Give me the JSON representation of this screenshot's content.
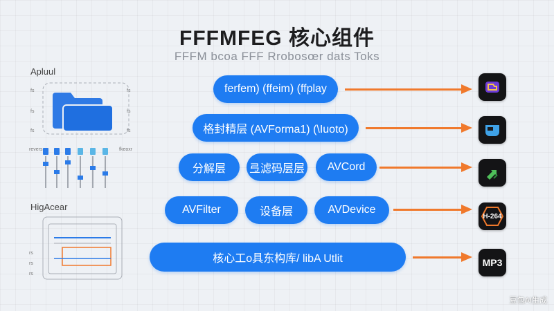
{
  "title": "FFFMFEG 核心组件",
  "subtitle": "FFFM bcoa FFF Rrobosœr dats Toks",
  "side": {
    "top_label": "Apluul",
    "marks_top": [
      "fs",
      "fs",
      "fs"
    ],
    "marks_mid_left": "revers",
    "marks_mid_right": "fkeoxr",
    "mid_label": "HigAcear",
    "marks_bottom": [
      "rs",
      "rs",
      "rs"
    ]
  },
  "rows": [
    {
      "pills": [
        "ferfem) (ffeim) (ffplay"
      ],
      "icon": "video-player-icon",
      "icon_text": ""
    },
    {
      "pills": [
        "格封精层 (AVForma1) (\\Iuoto)"
      ],
      "icon": "media-app-icon",
      "icon_text": ""
    },
    {
      "pills": [
        "分解层",
        "弖滤码层层",
        "AVCord"
      ],
      "icon": "green-arrows-icon",
      "icon_text": ""
    },
    {
      "pills": [
        "AVFilter",
        "设备层",
        "AVDevice"
      ],
      "icon": "h264-icon",
      "icon_text": "H-264"
    },
    {
      "pills": [
        "核心工o具东构库/ libA Utlit"
      ],
      "icon": "mp3-icon",
      "icon_text": "MP3"
    }
  ],
  "watermark": "豆包AI生成",
  "colors": {
    "pill": "#1e7cf2",
    "arrow": "#f0792c",
    "icon_bg": "#141416"
  }
}
